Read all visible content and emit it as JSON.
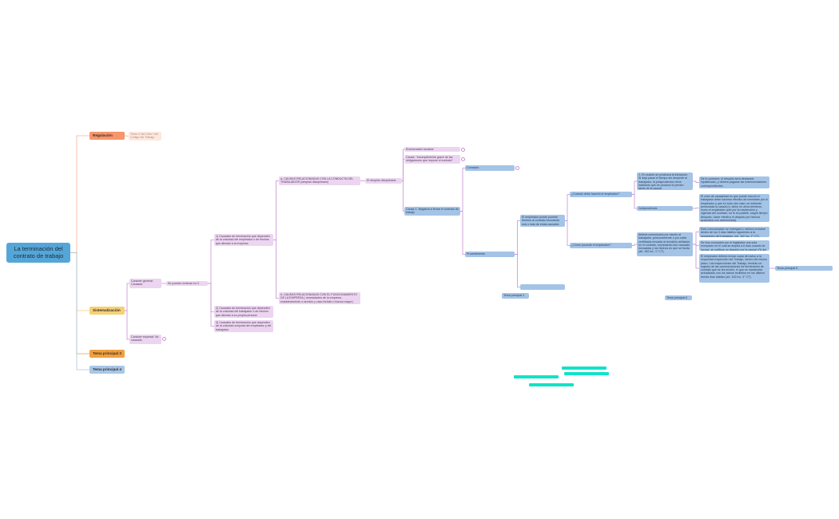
{
  "root": {
    "title": "La terminación del contrato de trabajo"
  },
  "colors": {
    "root": "#55a6d8",
    "regulacion": "#f7956b",
    "sistematizacion": "#f5d176",
    "tema3": "#f0a040",
    "tema4": "#a7c7e7",
    "pink_node": "#ecd5f0",
    "blue_node": "#a3c4e6",
    "highlight": "#12e2c8"
  },
  "branches": {
    "regulacion": {
      "label": "Regulación",
      "child": "Título V del Libro I del Código del Trabajo"
    },
    "sistematizacion": {
      "label": "Sistematización"
    },
    "tema3": {
      "label": "Tema principal 3"
    },
    "tema4": {
      "label": "Tema principal 4"
    }
  },
  "sistematizacion": {
    "general": "Carácter general: Causado",
    "especial": "Carácter especial: No causado",
    "grupos": "Se pueden ordenar en 3 grupos",
    "g1": "1) Causales de terminación que dependen de la voluntad del empleador o de hechos que afectan a la empresa",
    "g2": "2) Causales de terminación que dependen de la voluntad del trabajador o de hechos que afectan a su propia persona",
    "g3": "3) Causales de terminación que dependen de la voluntad conjunta del empleador y del trabajador",
    "a": "a- CAUSAS RELACIONADAS CON LA CONDUCTA DEL TRABAJADOR (despido disciplinario)",
    "b": "b- CAUSAS RELACIONADAS CON EL FUNCIONAMIENTO DE LA EMPRESA ( necesidades de la empresa, establecimiento o servicio y caso fortuito o fuerza mayor)"
  },
  "despido": {
    "label": "El despido disciplinario",
    "enumeracion": "Enumeración taxativa",
    "causa": "Causa: \"Incumplimiento grave de las obligaciones que impone el contrato\"",
    "causa1": "Causa 1- Negativa a firmar el contrato de trabajo",
    "concepto": "Concepto",
    "procedimiento": "Procedimiento",
    "termino": "El empleador puede ponerle término al contrato invocando una o más de estas causales",
    "empty": "",
    "cuando": "¿Cuándo debe hacerlo el empleador?",
    "como": "¿Cómo procede el empleador?",
    "en_cuanto": "1- En cuanto se produzca la infracción. Si deja pasar el tiempo sin despedir al trabajador, la jurisprudencia viene hablando que se produce el perdón tácito de la causal.",
    "jurisprudencia": "Jurisprudencia",
    "de_lo_contrario": "De lo contrario, el despido será declarado injustificado, y deberá pagarse las indemnizaciones correspondientes.",
    "cese": "El cese de causalidad en que puede incurrir el trabajador debe hacerse efectivo de inmediato por el empleador y que en todo otro caso, se entiende perdonada la causal (o, dicho en otros términos, como el empleador optó por la mantención y vigencia del contrato, no le es posible, según tiempo después, hacer efectivo el despido por hechos acaecidos con anterioridad).",
    "debera": "deberá comunicarlo por escrito al trabajador, personalmente o por carta certificada enviada al domicilio señalado en el contrato, expresando la/s causales invocadas y los hechos en que se funda (art. 162 inc. 1° CT).",
    "comunicacion": "Esta comunicación se entregará o deberá enviarse dentro de los 3 días hábiles siguientes a la separación del trabajador (art. 162 inc. 2° CT).",
    "excepcion": "Se hizo excepción por el legislador una sola excepción en el cual se amplía a 6 días cuando se invoca, se notificar un despido por la causal n°6 del Art. 159",
    "enviar": "El empleador deberá enviar copia del aviso a la respectiva Inspección del Trabajo, dentro del mismo plazo. Las Inspecciones del Trabajo, tendrán un registro de las comunicaciones de terminación de contrato que se les envíen, el que se mantendrá actualizado con los avisos recibidos en los últimos treinta días hábiles (art. 162 inc. 3° CT)."
  },
  "floating": {
    "tema2": "Tema principal 2",
    "tema5": "Tema principal 5",
    "tema6": "Tema principal 6"
  }
}
